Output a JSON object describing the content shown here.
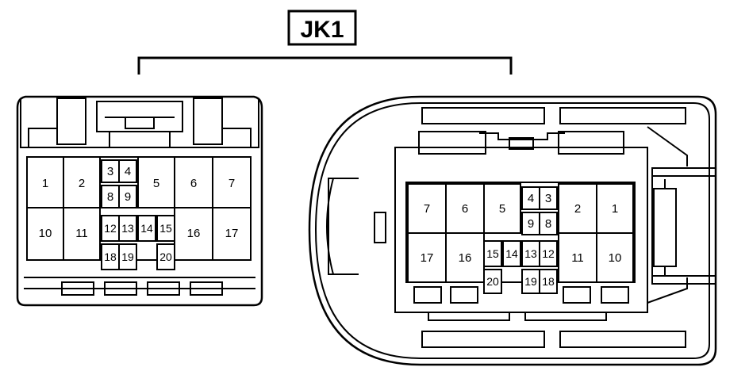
{
  "diagram": {
    "connector_label": "JK1",
    "left_connector_pins": [
      "1",
      "2",
      "3",
      "4",
      "5",
      "6",
      "7",
      "8",
      "9",
      "10",
      "11",
      "12",
      "13",
      "14",
      "15",
      "16",
      "17",
      "18",
      "19",
      "20"
    ],
    "right_connector_pins": [
      "7",
      "6",
      "5",
      "4",
      "3",
      "2",
      "1",
      "9",
      "8",
      "17",
      "16",
      "15",
      "14",
      "13",
      "12",
      "11",
      "10",
      "20",
      "19",
      "18"
    ]
  }
}
